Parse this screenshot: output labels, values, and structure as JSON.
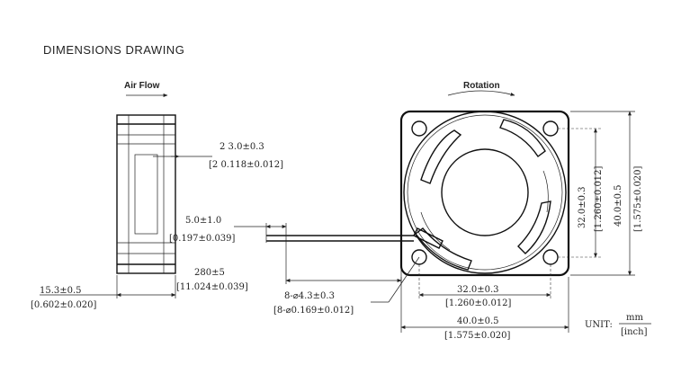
{
  "title": "DIMENSIONS DRAWING",
  "air_flow": "Air Flow",
  "rotation": "Rotation",
  "dims": {
    "thickness_frame": {
      "mm": "2 3.0±0.3",
      "inch": "[2 0.118±0.012]"
    },
    "wire_strip": {
      "mm": "5.0±1.0",
      "inch": "[0.197±0.039]"
    },
    "cable_length": {
      "mm": "280±5",
      "inch": "[11.024±0.039]"
    },
    "depth": {
      "mm": "15.3±0.5",
      "inch": "[0.602±0.020]"
    },
    "holes": {
      "mm": "8-⌀4.3±0.3",
      "inch": "[8-⌀0.169±0.012]"
    },
    "hole_spacing_h": {
      "mm": "32.0±0.3",
      "inch": "[1.260±0.012]"
    },
    "width": {
      "mm": "40.0±0.5",
      "inch": "[1.575±0.020]"
    },
    "hole_spacing_v": {
      "mm": "32.0±0.3",
      "inch": "[1.260±0.012]"
    },
    "height": {
      "mm": "40.0±0.5",
      "inch": "[1.575±0.020]"
    }
  },
  "unit": {
    "label": "UNIT:",
    "top": "mm",
    "bottom": "[inch]"
  }
}
